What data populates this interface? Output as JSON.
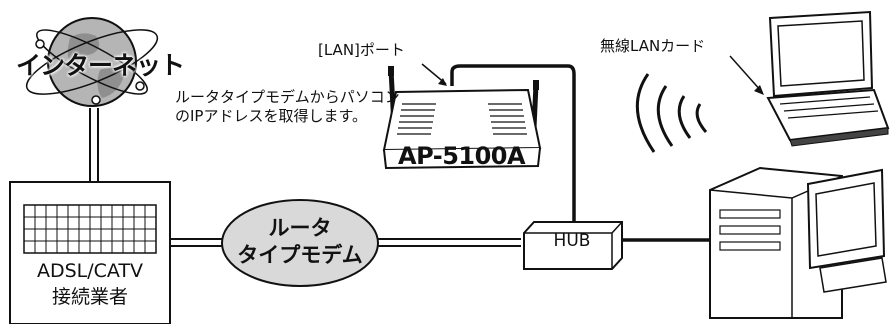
{
  "labels": {
    "internet": "インターネット",
    "note": "ルータタイプモデムからパソコンのIPアドレスを取得します。",
    "lan_port": "[LAN]ポート",
    "wireless_card": "無線LANカード",
    "ap_model": "AP-5100A",
    "hub": "HUB",
    "router_line1": "ルータ",
    "router_line2": "タイプモデム",
    "isp_line1": "ADSL/CATV",
    "isp_line2": "接続業者"
  },
  "icons": {
    "globe": "globe-icon",
    "access_point": "access-point-icon",
    "laptop": "laptop-icon",
    "desktop": "desktop-pc-icon",
    "provider_building": "provider-building-icon",
    "wireless_signal": "wireless-signal-icon"
  },
  "colors": {
    "router_fill": "#d9d9d9",
    "globe_fill": "#b5b5b5",
    "line": "#111111"
  }
}
